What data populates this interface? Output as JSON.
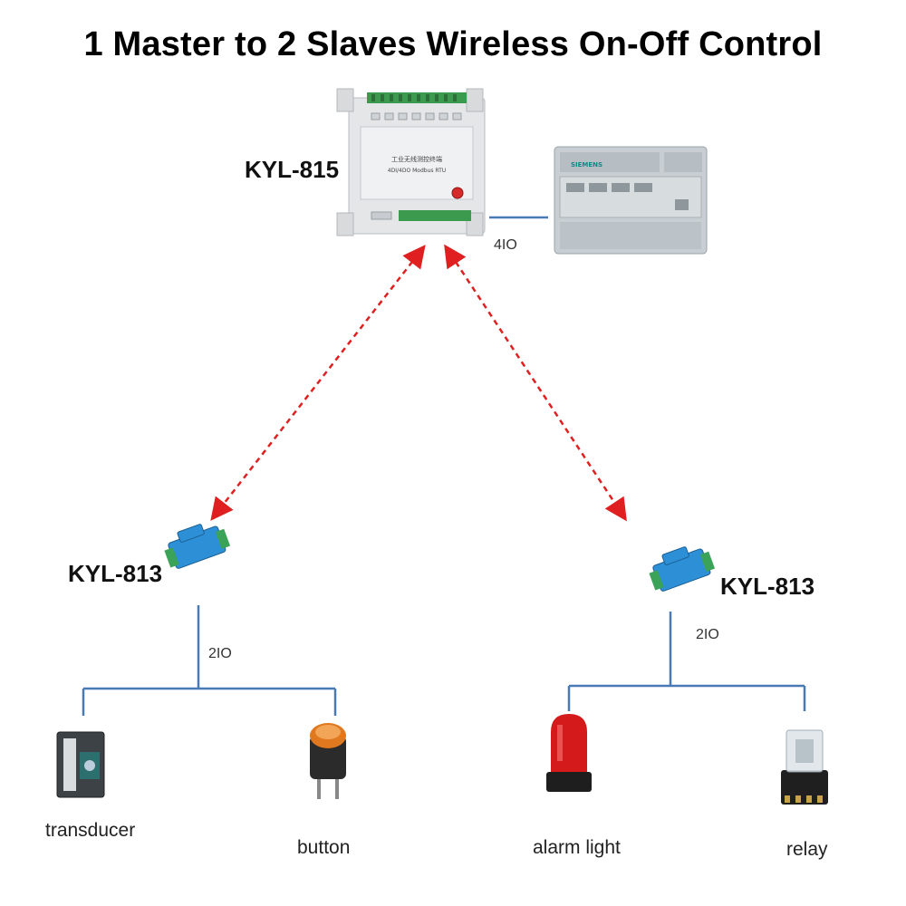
{
  "title": "1 Master to 2 Slaves Wireless On-Off Control",
  "master": {
    "model": "KYL-815",
    "panel_text_cn": "工业无线测控终端",
    "panel_text": "4DI/4DO Modbus RTU",
    "link_label": "4IO"
  },
  "plc": {
    "brand": "SIEMENS"
  },
  "slave_left": {
    "model": "KYL-813",
    "link_label": "2IO",
    "devices": [
      "transducer",
      "button"
    ]
  },
  "slave_right": {
    "model": "KYL-813",
    "link_label": "2IO",
    "devices": [
      "alarm light",
      "relay"
    ]
  },
  "colors": {
    "wire": "#4a7ab5",
    "wireless": "#e02020",
    "module_blue": "#2d8fd6",
    "module_green": "#3aa357"
  }
}
